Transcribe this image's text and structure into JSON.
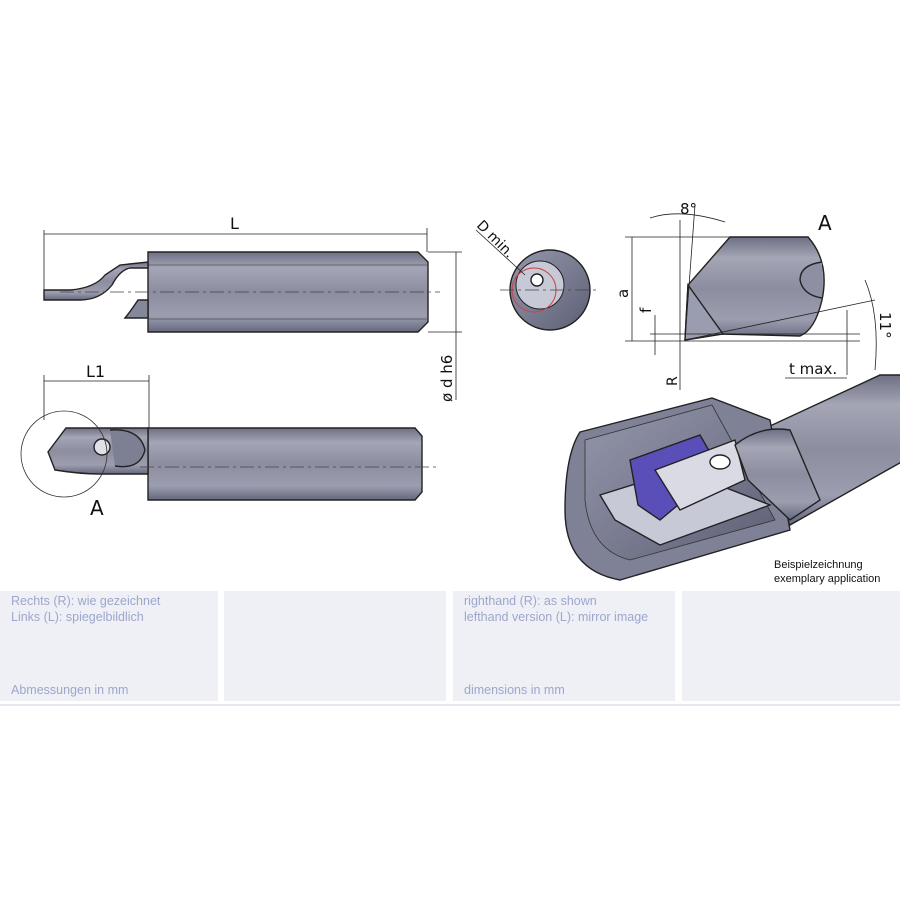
{
  "drawing": {
    "side_view": {
      "length_label": "L",
      "diameter_label": "ø d h6"
    },
    "top_view": {
      "length_label": "L1",
      "detail_marker": "A"
    },
    "end_view": {
      "bore_label": "D min."
    },
    "detail": {
      "title": "A",
      "angle_top": "8°",
      "angle_right": "11°",
      "height_label": "a",
      "offset_label": "f",
      "radius_label": "R",
      "depth_label": "t max."
    },
    "application": {
      "caption_de": "Beispielzeichnung",
      "caption_en": "exemplary application"
    }
  },
  "footer": {
    "de": {
      "line1": "Rechts (R): wie gezeichnet",
      "line2": "Links (L): spiegelbildlich",
      "units": "Abmessungen in mm"
    },
    "en": {
      "line1": "righthand (R): as shown",
      "line2": "lefthand version (L): mirror image",
      "units": "dimensions in mm"
    }
  }
}
